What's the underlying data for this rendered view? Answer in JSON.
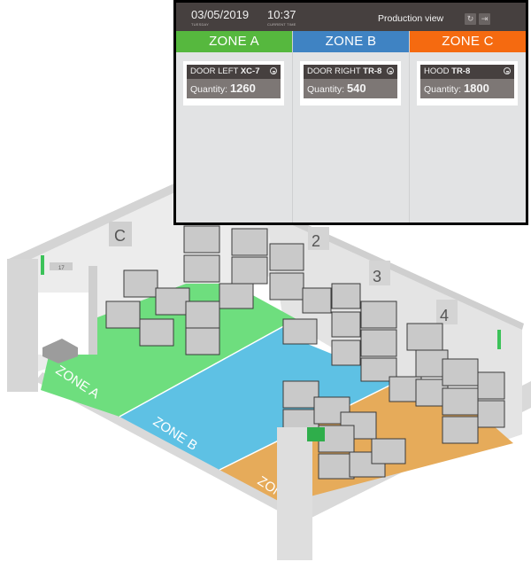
{
  "header": {
    "date": "03/05/2019",
    "day": "TUESDAY",
    "time": "10:37",
    "time_label": "CURRENT TIME",
    "title": "Production view",
    "buttons": [
      {
        "name": "refresh",
        "icon": "refresh-icon",
        "glyph": "↻"
      },
      {
        "name": "logout",
        "icon": "logout-icon",
        "glyph": "⇥"
      }
    ]
  },
  "zones": [
    {
      "label": "ZONE A",
      "color": "#56b83e",
      "card": {
        "part": "DOOR LEFT",
        "code": "XC-7",
        "quantity_label": "Quantity:",
        "quantity": "1260"
      }
    },
    {
      "label": "ZONE B",
      "color": "#3f83c3",
      "card": {
        "part": "DOOR RIGHT",
        "code": "TR-8",
        "quantity_label": "Quantity:",
        "quantity": "540"
      }
    },
    {
      "label": "ZONE C",
      "color": "#f56a10",
      "card": {
        "part": "HOOD",
        "code": "TR-8",
        "quantity_label": "Quantity:",
        "quantity": "1800"
      }
    }
  ],
  "warehouse": {
    "floor_labels": [
      "ZONE A",
      "ZONE B",
      "ZONE C"
    ],
    "floor_colors": {
      "zone_a": "#6ede7e",
      "zone_b": "#5ec1e4",
      "zone_c": "#e6ab5a"
    },
    "wall_signs": [
      "C",
      "2",
      "3",
      "4"
    ],
    "door_number": "17"
  }
}
